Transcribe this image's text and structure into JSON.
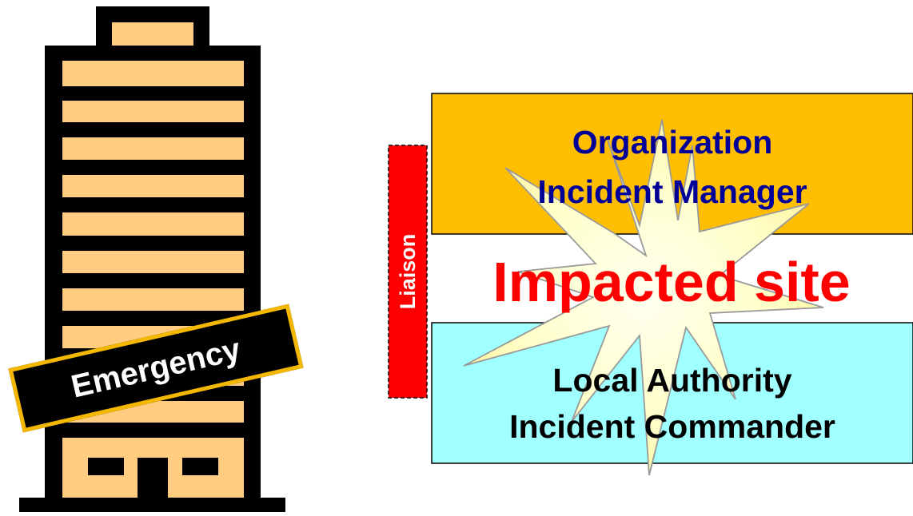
{
  "diagram": {
    "building": {
      "banner_text": "Emergency"
    },
    "liaison": {
      "label": "Liaison"
    },
    "top_box": {
      "line1": "Organization",
      "line2": "Incident Manager"
    },
    "center": {
      "label": "Impacted site"
    },
    "bottom_box": {
      "line1": "Local Authority",
      "line2": "Incident Commander"
    }
  },
  "colors": {
    "building_fill": "#FFCC80",
    "building_outline": "#000000",
    "banner_border": "#F5B800",
    "banner_fill": "#000000",
    "liaison_fill": "#FF0000",
    "top_box_fill": "#FFBF00",
    "top_box_text": "#000099",
    "bottom_box_fill": "#A0FFFF",
    "center_text": "#FF0000",
    "explosion_fill": "#FFFFCC"
  }
}
